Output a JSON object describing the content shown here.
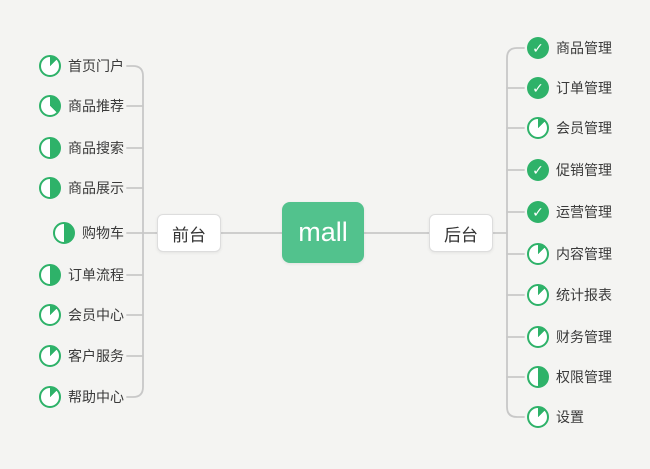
{
  "root": {
    "label": "mall"
  },
  "left_branch": {
    "label": "前台",
    "items": [
      {
        "label": "首页门户",
        "icon": "pie-12"
      },
      {
        "label": "商品推荐",
        "icon": "pie-37"
      },
      {
        "label": "商品搜索",
        "icon": "pie-50"
      },
      {
        "label": "商品展示",
        "icon": "pie-50"
      },
      {
        "label": "购物车",
        "icon": "pie-50"
      },
      {
        "label": "订单流程",
        "icon": "pie-50"
      },
      {
        "label": "会员中心",
        "icon": "pie-12"
      },
      {
        "label": "客户服务",
        "icon": "pie-12"
      },
      {
        "label": "帮助中心",
        "icon": "pie-12"
      }
    ]
  },
  "right_branch": {
    "label": "后台",
    "items": [
      {
        "label": "商品管理",
        "icon": "check"
      },
      {
        "label": "订单管理",
        "icon": "check"
      },
      {
        "label": "会员管理",
        "icon": "pie-12"
      },
      {
        "label": "促销管理",
        "icon": "check"
      },
      {
        "label": "运营管理",
        "icon": "check"
      },
      {
        "label": "内容管理",
        "icon": "pie-12"
      },
      {
        "label": "统计报表",
        "icon": "pie-12"
      },
      {
        "label": "财务管理",
        "icon": "pie-12"
      },
      {
        "label": "权限管理",
        "icon": "pie-50"
      },
      {
        "label": "设置",
        "icon": "pie-12"
      }
    ]
  },
  "colors": {
    "node_green": "#52c28d",
    "icon_green": "#2eb269",
    "line": "#c8c8c8",
    "background": "#f4f4f2",
    "node_border": "#dddddd",
    "text": "#3a3a3a"
  }
}
